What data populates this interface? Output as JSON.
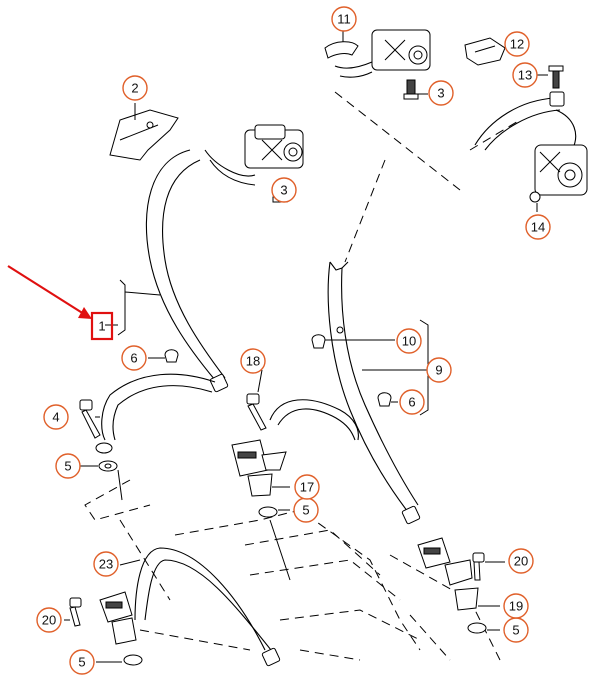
{
  "diagram": {
    "highlight_color": "#e01010",
    "callout_color": "#e0602a",
    "highlighted_callout": "1",
    "callouts": [
      {
        "id": "c1",
        "label": "1"
      },
      {
        "id": "c2",
        "label": "2"
      },
      {
        "id": "c3a",
        "label": "3"
      },
      {
        "id": "c3b",
        "label": "3"
      },
      {
        "id": "c4",
        "label": "4"
      },
      {
        "id": "c5a",
        "label": "5"
      },
      {
        "id": "c5b",
        "label": "5"
      },
      {
        "id": "c5c",
        "label": "5"
      },
      {
        "id": "c5d",
        "label": "5"
      },
      {
        "id": "c6a",
        "label": "6"
      },
      {
        "id": "c6b",
        "label": "6"
      },
      {
        "id": "c9",
        "label": "9"
      },
      {
        "id": "c10",
        "label": "10"
      },
      {
        "id": "c11",
        "label": "11"
      },
      {
        "id": "c12",
        "label": "12"
      },
      {
        "id": "c13",
        "label": "13"
      },
      {
        "id": "c14",
        "label": "14"
      },
      {
        "id": "c17",
        "label": "17"
      },
      {
        "id": "c18",
        "label": "18"
      },
      {
        "id": "c19",
        "label": "19"
      },
      {
        "id": "c20a",
        "label": "20"
      },
      {
        "id": "c20b",
        "label": "20"
      },
      {
        "id": "c23",
        "label": "23"
      }
    ]
  }
}
